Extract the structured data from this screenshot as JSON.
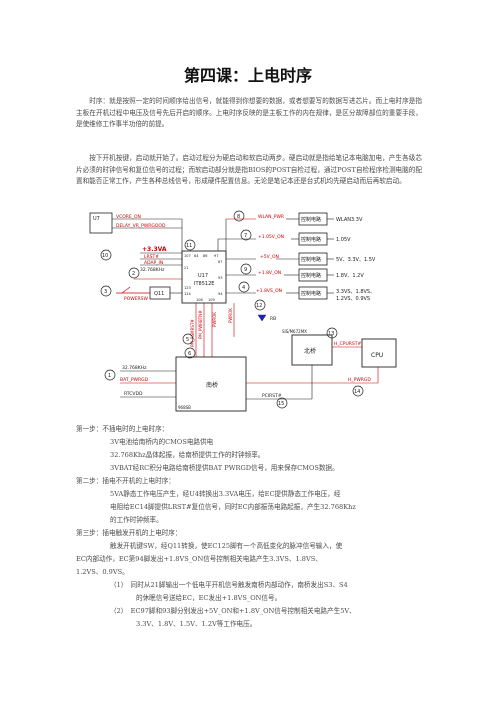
{
  "title": "第四课：上电时序",
  "intro": [
    "时序：就是按照一定的时间顺序给出信号，就能得到你想要的数据，或者想要写的数据写进芯片。而上电时序是指主板在开机过程中电压及信号先后开启的顺序。上电时序反映的是主板工作的内在规律，是区分故障部位的重要手段，是使维修工作事半功倍的前提。",
    "按下开机按键，启动就开始了。启动过程分为硬启动和软启动两步。硬启动就是指给笔记本电脑加电，产生各级芯片必须的时钟信号和复位信号的过程；而软启动部分就是指BIOS的POST自检过程，通过POST自检程序检测电脑的配置和能否正常工作，产生各种总线信号，形成硬件配置信息。无论是笔记本还是台式机均先硬启动而后再软启动。"
  ],
  "diagram": {
    "labels": {
      "u7": "U7",
      "vcore_on": "VCORE_ON",
      "delay_vr": "DELAY_VR_PWRGOOD",
      "plus33va": "+3.3VA",
      "lrst": "LRST#",
      "adap_in": "ADAP_IN",
      "xtal_ec": "32.768KHz",
      "powersw": "POWERSW",
      "q11": "Q11",
      "u17": "U17",
      "chip_ec": "IT8512E",
      "wlan_pwr": "WLAN_PWR",
      "v105_on": "+1.05V_ON",
      "v5_on": "+5V_ON",
      "v18_on": "+1.8V_ON",
      "v18s_on": "+1.8VS_ON",
      "ctrl": "控制电路",
      "out_wlan": "WLAN3.3V",
      "out_105": "1.05V",
      "out_5v": "5V、3.3V、1.5V",
      "out_18": "1.8V、1.2V",
      "out_18s_1": "3.3VS、1.8VS、",
      "out_18s_2": "1.2VS、0.9VS",
      "northbridge": "北桥",
      "northbridge_model": "SIS/M672MX",
      "h_cpurst": "H_CPURST#",
      "h_pwrgd": "H_PWRGD",
      "cpu": "CPU",
      "southbridge": "南桥",
      "southbridge_model": "968SB",
      "xtal_sb": "32.768KHz",
      "bat_pwrgd": "BAT_PWRGD",
      "rtcvdd": "RTCVDD",
      "pcirst": "PCIRST#",
      "pwrok": "PWROK",
      "pm_rsmrst": "PM_RSMRST#",
      "pm_pwrbtn": "PM_PWRBTN#",
      "plus5": "+5",
      "three_v": "3V",
      "plus3": "+3",
      "rb": "RB"
    },
    "pins": [
      "107",
      "84",
      "86",
      "97",
      "67",
      "93",
      "21",
      "94",
      "124",
      "123",
      "108",
      "109"
    ],
    "steps": [
      "1",
      "2",
      "3",
      "4",
      "5",
      "6",
      "7",
      "8",
      "9",
      "10",
      "11",
      "12",
      "13",
      "14",
      "15"
    ]
  },
  "sections": [
    {
      "kind": "h",
      "text": "第一步：不插电时的上电时序："
    },
    {
      "kind": "i",
      "text": "3V电池给南桥内的CMOS电路供电"
    },
    {
      "kind": "i",
      "text": "32.768Khz晶体起振，给南桥提供工作的时钟频率。"
    },
    {
      "kind": "i",
      "text": "3VBAT经RC积分电路给南桥提供BAT PWRGD信号，用来保存CMOS数据。"
    },
    {
      "kind": "h",
      "text": "第二步：插电不开机的上电时序："
    },
    {
      "kind": "i",
      "text": "5VA静态工作电压产生，经U4转换出3.3VA电压，给EC提供静态工作电压，经"
    },
    {
      "kind": "i",
      "text": "电阻给EC14脚提供LRST#复位信号，同时EC内部振荡电路起振，产生32.768Khz"
    },
    {
      "kind": "i",
      "text": "的工作时钟频率。"
    },
    {
      "kind": "h",
      "text": "第三步：插电触发开机的上电时序："
    },
    {
      "kind": "i",
      "text": "触发开机键SW，经Q11转换，使EC125脚有一个高低变化的脉冲信号输入，使"
    },
    {
      "kind": "h2",
      "text": "EC内部动作，EC第94脚发出+1.8VS_ON信号控制相关电路产生3.3VS、1.8VS、"
    },
    {
      "kind": "h2",
      "text": "1.2VS、0.9VS。"
    },
    {
      "kind": "i",
      "text": "（1）　同时从21脚输出一个低电平开机信号触发南桥内部动作，南桥发出S3、S4"
    },
    {
      "kind": "i2",
      "text": "的休眠信号送给EC，EC发出+1.8VS_ON信号。"
    },
    {
      "kind": "i",
      "text": "（2）　EC97脚和93脚分别发出+5V_ON和+1.8V_ON信号控制相关电路产生5V、"
    },
    {
      "kind": "i2",
      "text": "3.3V、1.8V、1.5V、1.2V等工作电压。"
    }
  ]
}
